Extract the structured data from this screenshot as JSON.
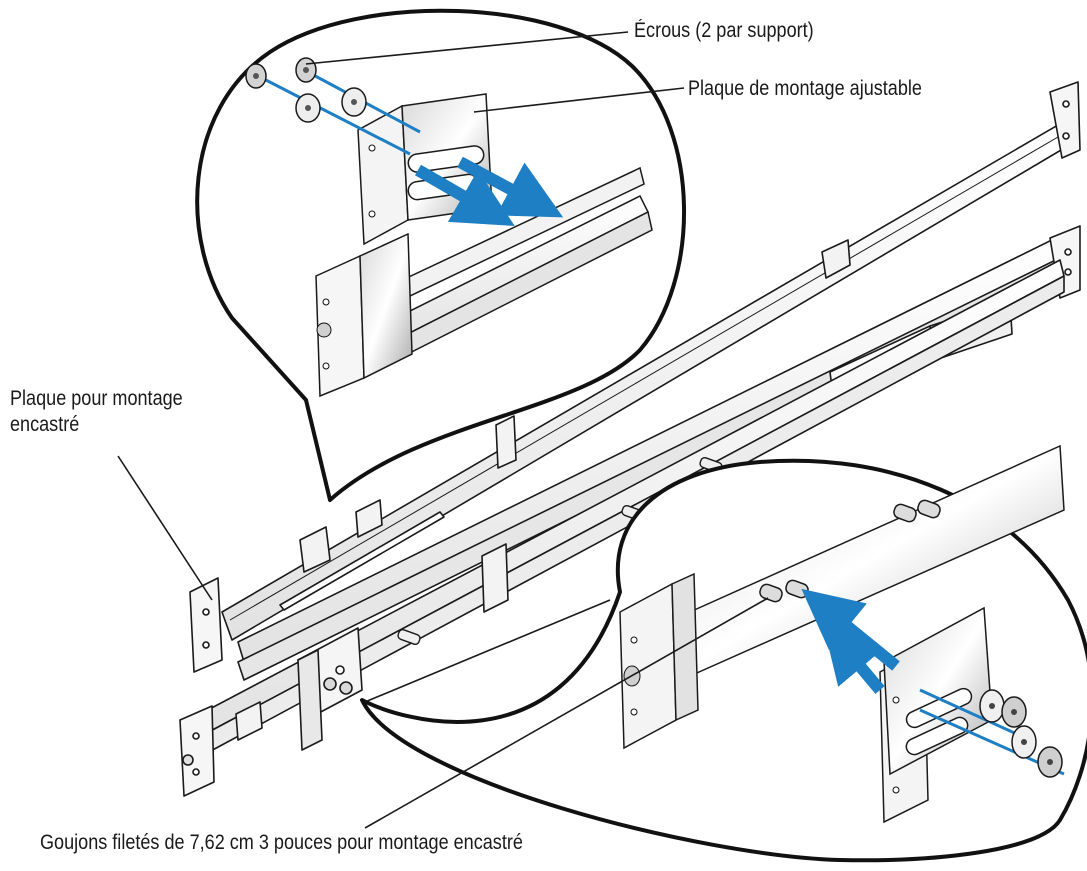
{
  "labels": {
    "nuts": "Écrous (2 par support)",
    "adjustable_plate": "Plaque de montage ajustable",
    "flush_plate_line1": "Plaque pour montage",
    "flush_plate_line2": "encastré",
    "studs": "Goujons filetés de 7,62 cm 3 pouces pour montage encastré"
  },
  "colors": {
    "arrow": "#1f7fc4",
    "line": "#1a1a1a",
    "metal_light": "#f2f2f2",
    "metal_mid": "#c9c9c9",
    "metal_dark": "#8c8c8c"
  }
}
